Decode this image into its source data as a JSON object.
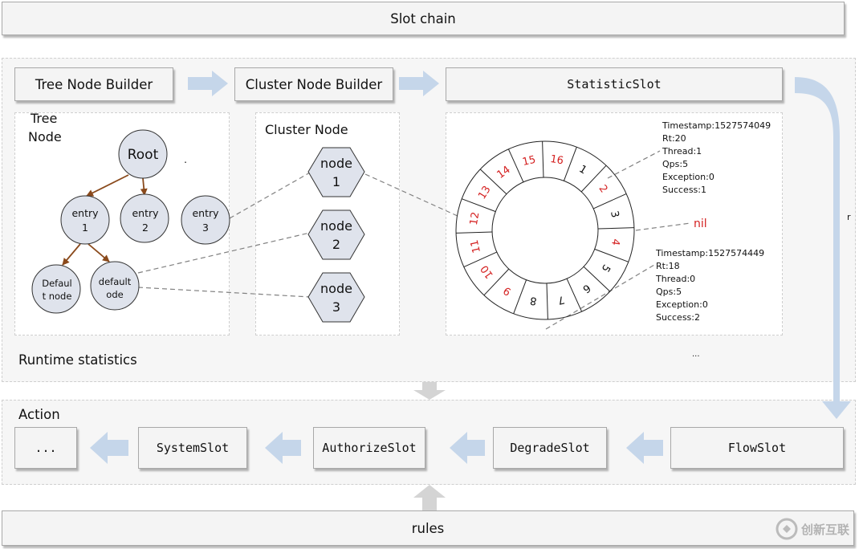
{
  "header": {
    "title": "Slot chain"
  },
  "footer": {
    "rules": "rules"
  },
  "runtime": {
    "label": "Runtime statistics",
    "tree_builder": "Tree Node Builder",
    "cluster_builder": "Cluster Node Builder",
    "statistic_slot": "StatisticSlot",
    "ellipsis": "...",
    "tree_panel": {
      "title_line1": "Tree",
      "title_line2": "Node",
      "root": "Root",
      "entry1": [
        "entry",
        "1"
      ],
      "entry2": [
        "entry",
        "2"
      ],
      "entry3": [
        "entry",
        "3"
      ],
      "default_node_a": [
        "Defaul",
        "t node"
      ],
      "default_node_b": [
        "default",
        "ode"
      ],
      "dot": "."
    },
    "cluster_panel": {
      "title": "Cluster Node",
      "nodes": [
        [
          "node",
          "1"
        ],
        [
          "node",
          "2"
        ],
        [
          "node",
          "3"
        ]
      ]
    },
    "ring": {
      "buckets": [
        "1",
        "2",
        "3",
        "4",
        "5",
        "6",
        "7",
        "8",
        "9",
        "10",
        "11",
        "12",
        "13",
        "14",
        "15",
        "16"
      ],
      "red_buckets": [
        "2",
        "4",
        "9",
        "10",
        "11",
        "12",
        "13",
        "14",
        "15",
        "16"
      ],
      "nil": "nil",
      "stats_top": [
        "Timestamp:1527574049",
        "Rt:20",
        "Thread:1",
        "Qps:5",
        "Exception:0",
        "Success:1"
      ],
      "stats_bottom": [
        "Timestamp:1527574449",
        "Rt:18",
        "Thread:0",
        "Qps:5",
        "Exception:0",
        "Success:2"
      ]
    }
  },
  "action": {
    "label": "Action",
    "slots": [
      "...",
      "SystemSlot",
      "AuthorizeSlot",
      "DegradeSlot",
      "FlowSlot"
    ]
  },
  "side_letter": "r",
  "watermark": "创新互联",
  "colors": {
    "arrow": "#c5d6ea",
    "tree_edge": "#8a4a1c",
    "node_fill": "#dfe3ec",
    "red": "#d42020"
  }
}
